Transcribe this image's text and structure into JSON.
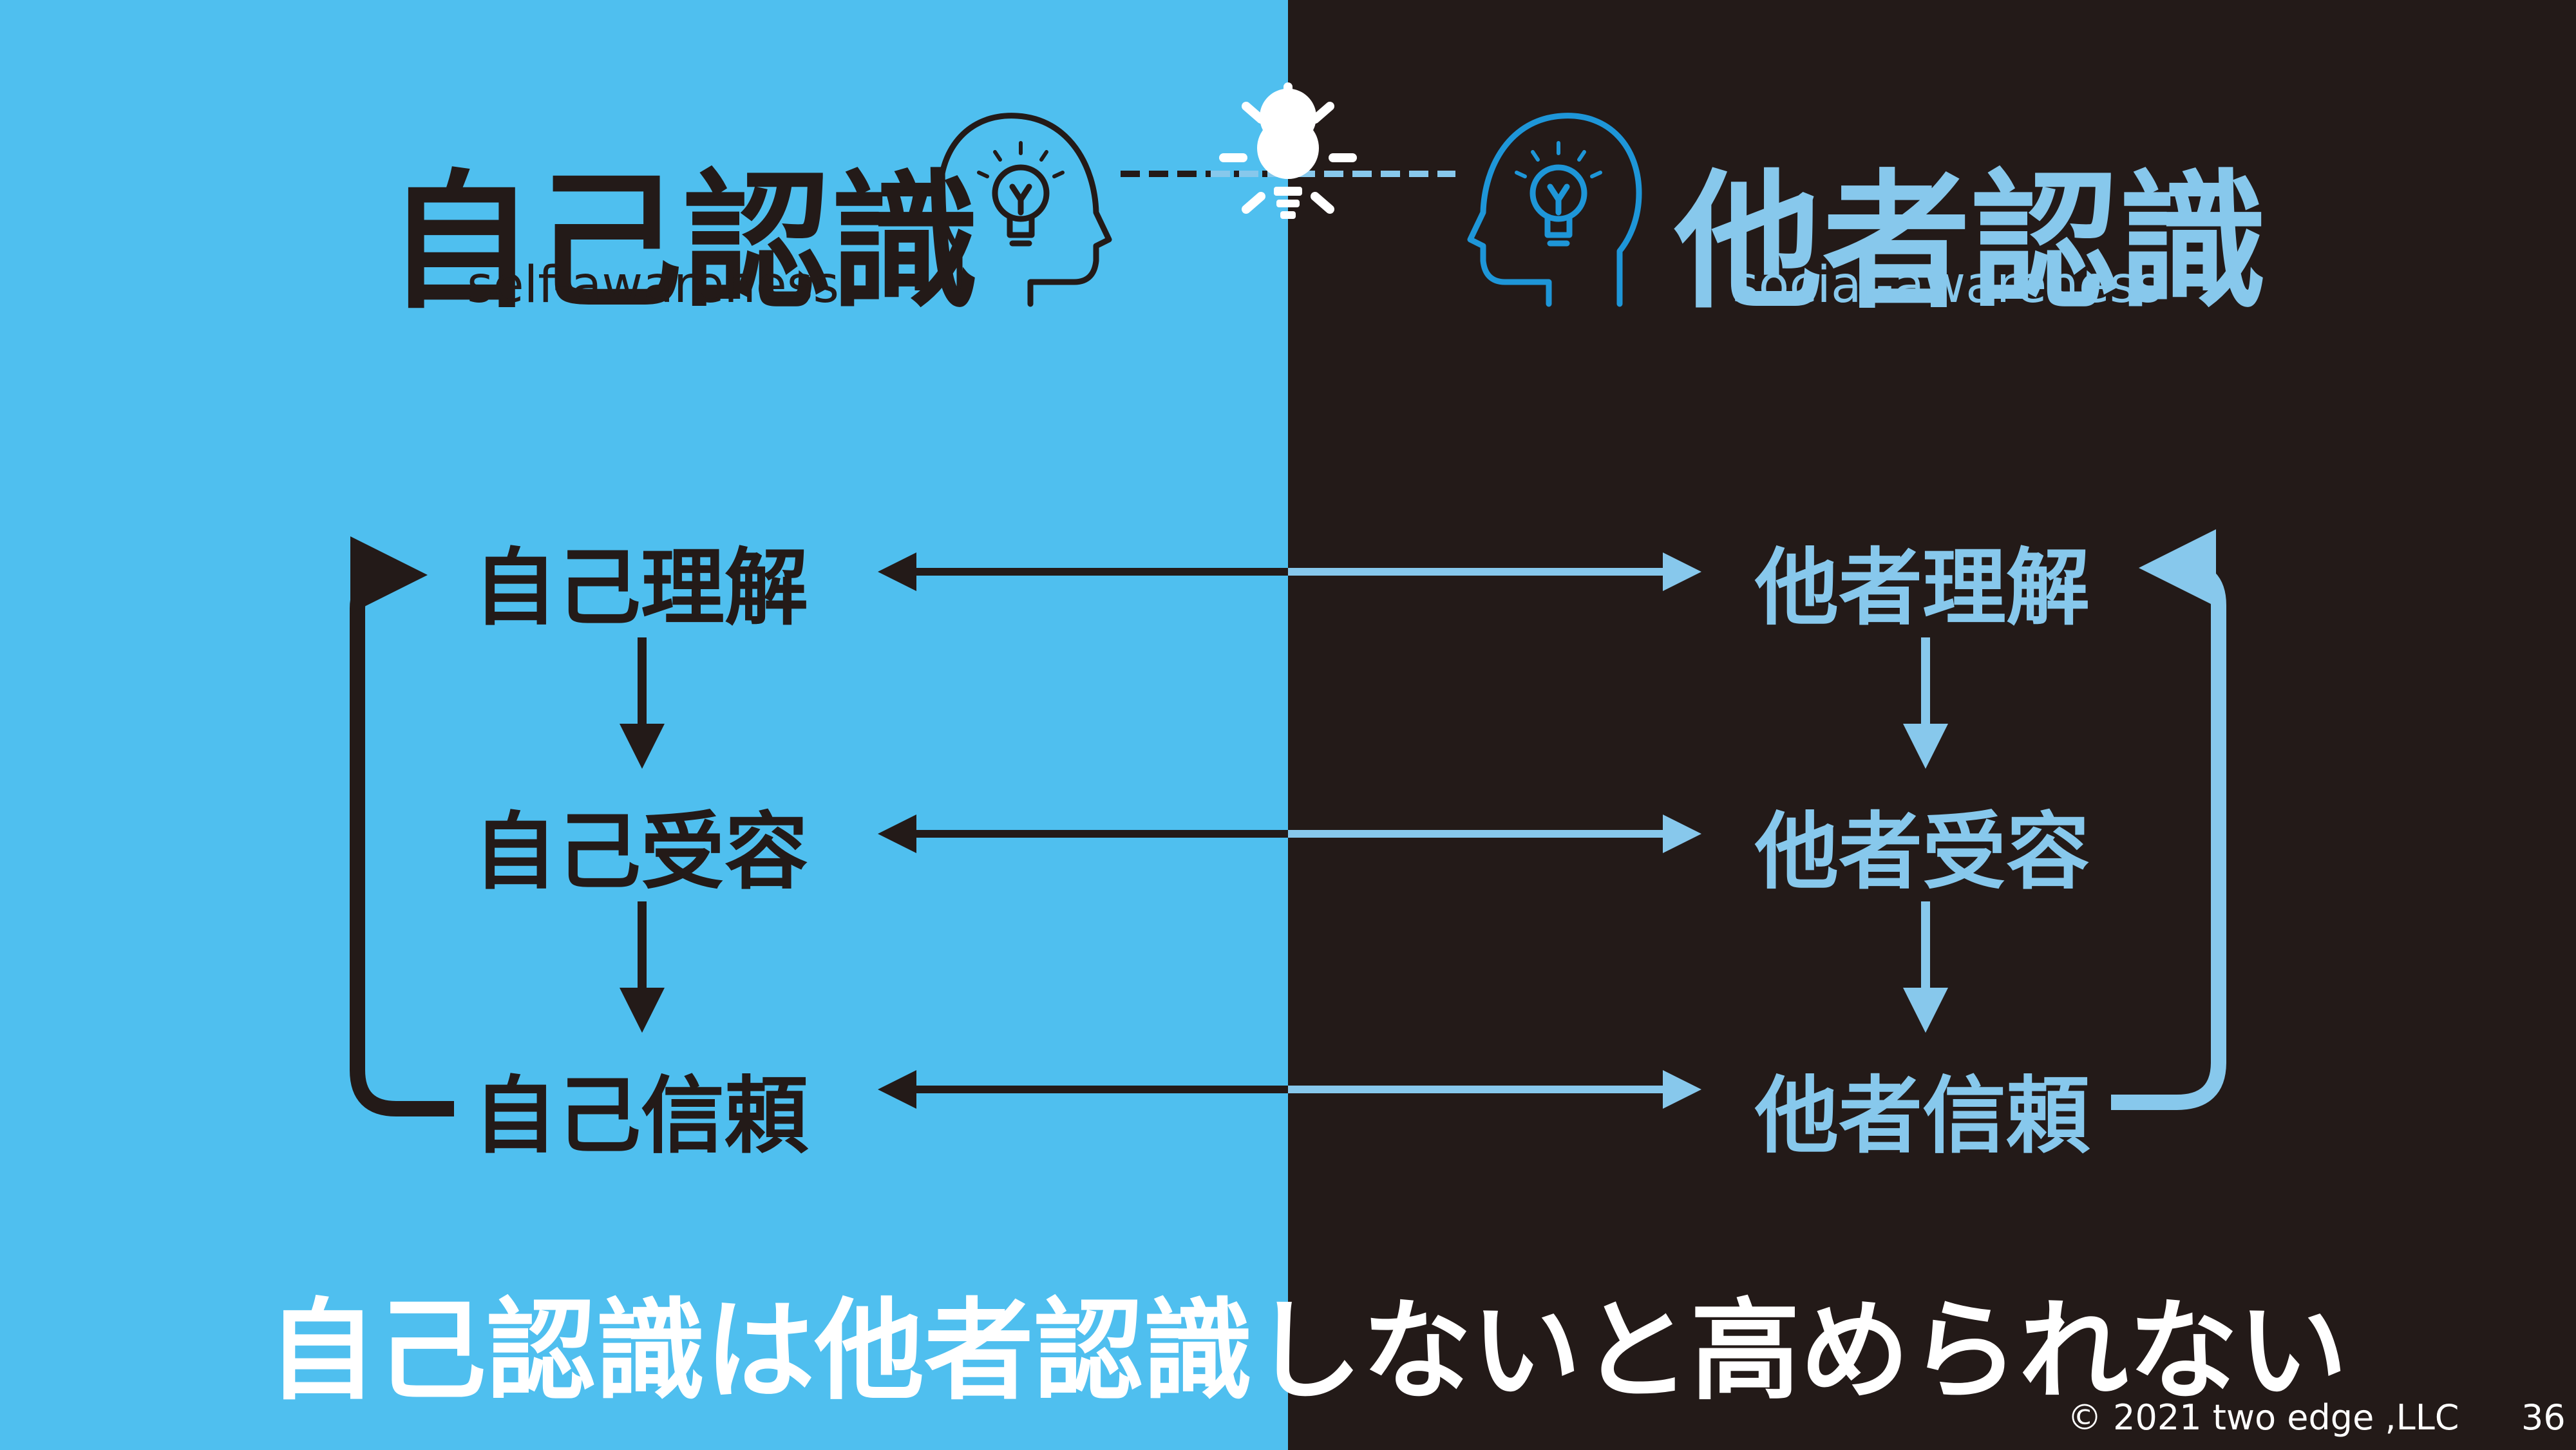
{
  "header": {
    "left_title": "自己認識",
    "left_subtitle": "self-awareness",
    "right_title": "他者認識",
    "right_subtitle": "social-awareness"
  },
  "flow": {
    "left": [
      "自己理解",
      "自己受容",
      "自己信頼"
    ],
    "right": [
      "他者理解",
      "他者受容",
      "他者信頼"
    ]
  },
  "icons": [
    "head-lightbulb-icon",
    "lightbulb-icon",
    "head-lightbulb-icon"
  ],
  "message": "自己認識は他者認識しないと高められない",
  "footer": {
    "copyright": "© 2021 two edge ,LLC",
    "page_number": "36"
  },
  "colors": {
    "left_bg": "#4fbfef",
    "right_bg": "#231a18",
    "dark": "#231a18",
    "light_blue": "#87c8ec",
    "icon_blue": "#1e96d8",
    "white": "#ffffff"
  }
}
